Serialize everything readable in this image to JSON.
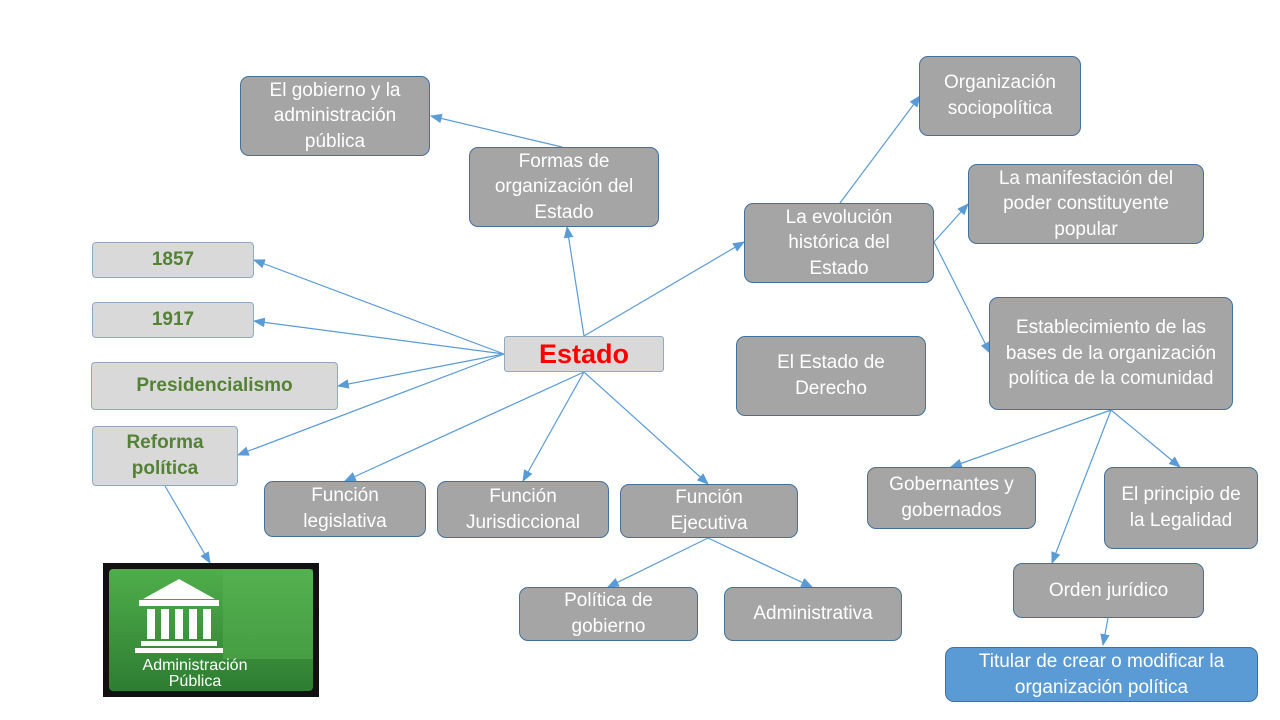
{
  "nodes": {
    "estado": "Estado",
    "gobierno_admin": "El gobierno y la administración pública",
    "formas": "Formas de organización del Estado",
    "evolucion": "La evolución histórica del Estado",
    "org_socio": "Organización sociopolítica",
    "manifestacion": "La manifestación del poder constituyente popular",
    "establecimiento": "Establecimiento de las bases de la organización política de la comunidad",
    "estado_derecho": "El Estado de Derecho",
    "y1857": "1857",
    "y1917": "1917",
    "presidencialismo": "Presidencialismo",
    "reforma": "Reforma política",
    "f_legislativa": "Función legislativa",
    "f_jurisdiccional": "Función Jurisdiccional",
    "f_ejecutiva": "Función Ejecutiva",
    "politica_gobierno": "Política de gobierno",
    "administrativa": "Administrativa",
    "gobernantes": "Gobernantes y gobernados",
    "principio_legalidad": "El principio de la Legalidad",
    "orden_juridico": "Orden jurídico",
    "titular": "Titular de crear o modificar la organización política"
  },
  "logo": {
    "text_line1": "Administración",
    "text_line2": "Pública"
  },
  "colors": {
    "node_grey": "#a5a5a5",
    "node_light": "#d9d9d9",
    "accent_blue": "#5b9bd5",
    "center_text": "#ff0000",
    "year_text": "#548235",
    "line": "#5b9bd5"
  }
}
